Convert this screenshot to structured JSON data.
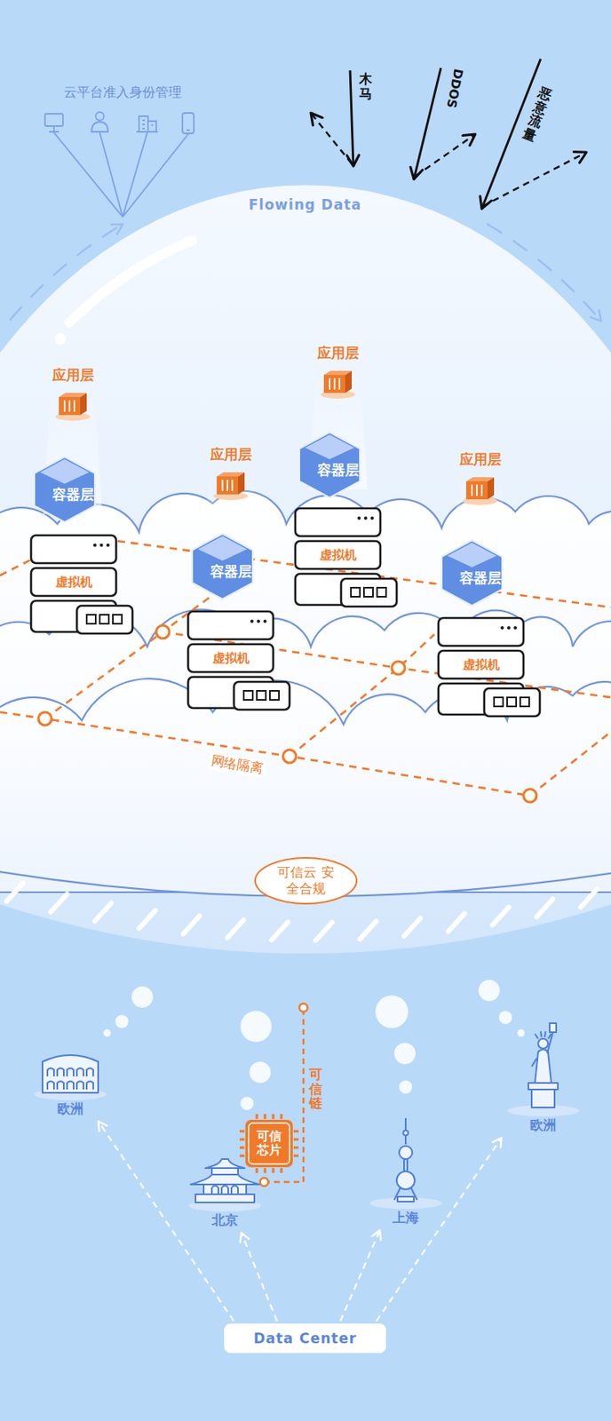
{
  "diagram": {
    "nodes": [
      {
        "text": [
          "应用层"
        ]
      },
      {
        "text": [
          "容器层"
        ]
      },
      {
        "text": [
          "虚拟机"
        ]
      },
      {
        "text": [
          "应用层"
        ]
      },
      {
        "text": [
          "容器层"
        ]
      },
      {
        "text": [
          "虚拟机"
        ]
      },
      {
        "text": [
          "应用层"
        ]
      },
      {
        "text": [
          "容器层"
        ]
      },
      {
        "text": [
          "虚拟机"
        ]
      },
      {
        "text": [
          "应用层"
        ]
      },
      {
        "text": [
          "容器层"
        ]
      },
      {
        "text": [
          "虚拟机"
        ]
      },
      {
        "text": [
          "可信云 安全合规"
        ]
      },
      {
        "text": [
          "欧洲"
        ]
      },
      {
        "text": [
          "可信 芯片"
        ]
      },
      {
        "text": [
          "北京"
        ]
      },
      {
        "text": [
          "上海"
        ]
      },
      {
        "text": [
          "欧洲"
        ]
      },
      {
        "text": [
          "Data Center"
        ]
      }
    ],
    "edges": [
      {
        "from": 18,
        "to": 13,
        "arrow": "to"
      },
      {
        "from": 18,
        "to": 15,
        "arrow": "to"
      },
      {
        "from": 18,
        "to": 16,
        "arrow": "to"
      },
      {
        "from": 18,
        "to": 17,
        "arrow": "to"
      }
    ],
    "labels": [
      "云平台准入身份管理",
      "木马",
      "DDOS",
      "恶意流量",
      "Flowing Data",
      "网络隔离",
      "可信链"
    ]
  }
}
